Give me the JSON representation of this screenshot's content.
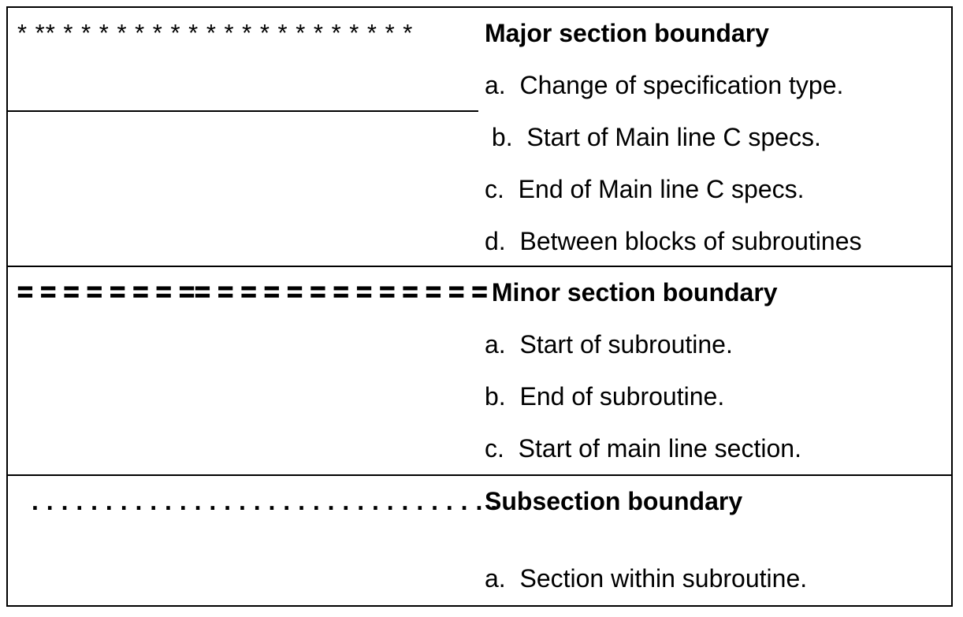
{
  "rows": [
    {
      "symbol": "* ** * * * * * * * * * * * * * * * * * * * *",
      "symbol_kind": "asterisk-line",
      "title": "Major section boundary",
      "items": [
        "a.  Change of specification type.",
        " b.  Start of Main line C specs.",
        "c.  End of Main line C specs.",
        "d.  Between blocks of subroutines"
      ]
    },
    {
      "symbol": "= = = = = = = == = = = = = = = = = = = =",
      "symbol_kind": "equals-line",
      "title": " Minor section boundary",
      "items": [
        "a.  Start of subroutine.",
        "b.  End of subroutine.",
        "c.  Start of main line section."
      ]
    },
    {
      "symbol": ". . . . . . . . . . . . . . . . . . . . . . . . . . . . . . . .",
      "symbol_kind": "dotted-line",
      "title": "Subsection boundary",
      "items": [
        "a.  Section within subroutine."
      ]
    }
  ],
  "colors": {
    "ink": "#000000",
    "paper": "#ffffff"
  }
}
